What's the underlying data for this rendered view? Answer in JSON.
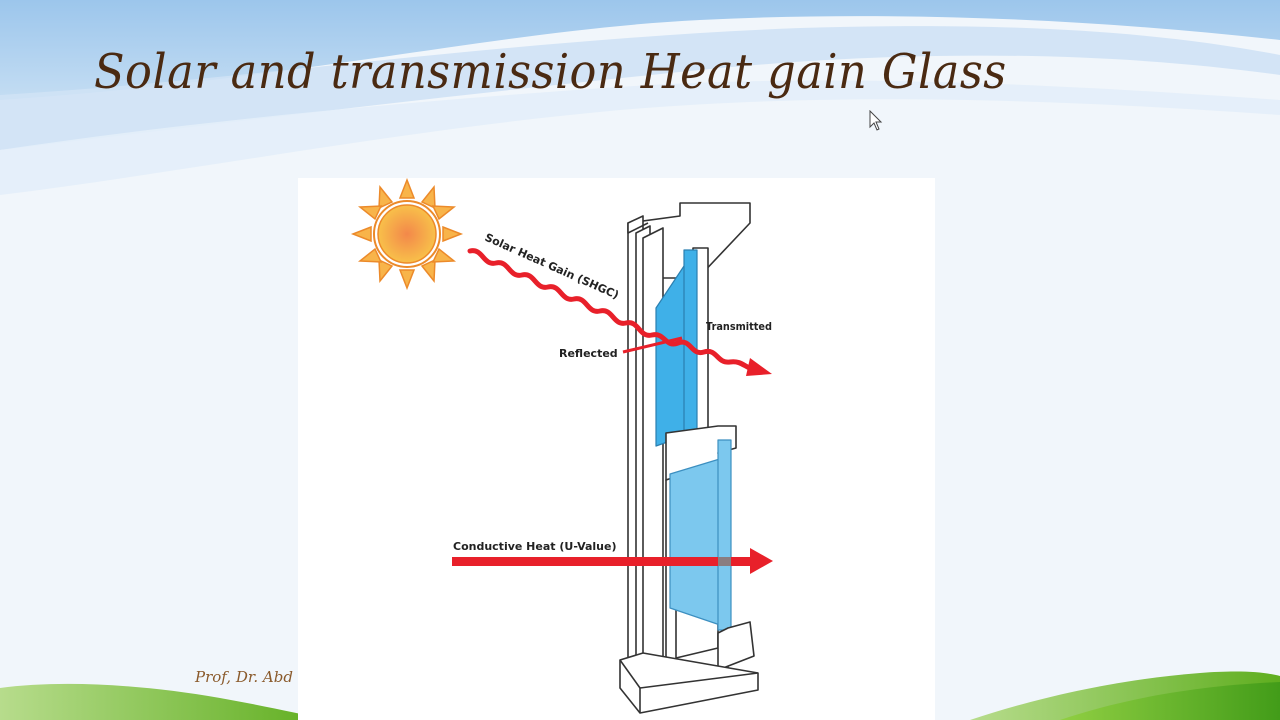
{
  "slide": {
    "title": "Solar and transmission Heat gain Glass",
    "footer_author": "Prof, Dr. Abd"
  },
  "figure": {
    "labels": {
      "solar_heat_gain": "Solar Heat Gain (SHGC)",
      "transmitted": "Transmitted",
      "reflected": "Reflected",
      "conductive_heat": "Conductive Heat (U-Value)"
    },
    "icons": {
      "sun": "sun-icon",
      "window": "window-cross-section-icon",
      "cursor": "mouse-pointer-icon"
    },
    "colors": {
      "arrow_red": "#e8202a",
      "glass_blue": "#3fb0e8",
      "glass_light_blue": "#7cc8ee",
      "sun_orange": "#f6a23a",
      "title_brown": "#4a2a12",
      "author_brown": "#8a5a2b",
      "sky_blue": "#a9cdee",
      "grass_green": "#6fbf2a"
    }
  }
}
